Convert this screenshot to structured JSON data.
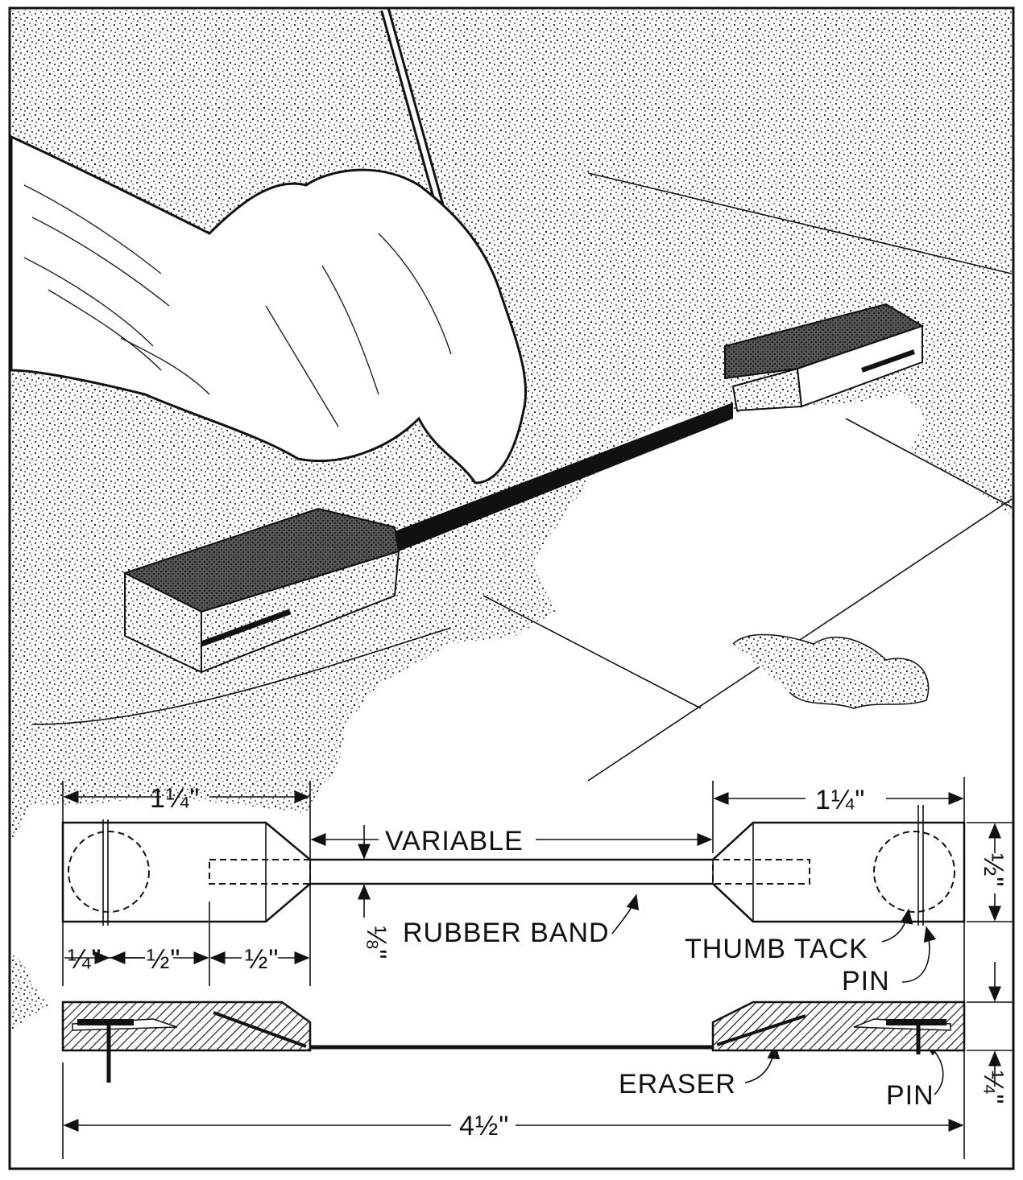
{
  "title": "Map measuring tool with rubber band",
  "colors": {
    "ink": "#111111",
    "paper": "#ffffff"
  },
  "plan_view": {
    "left_block_length": "1¼\"",
    "right_block_length": "1¼\"",
    "band_length": "VARIABLE",
    "band_width": "⅛\"",
    "block_width": "½\"",
    "band_label": "RUBBER BAND",
    "tack_label": "THUMB TACK",
    "pin_label": "PIN",
    "offsets": [
      "¼\"",
      "½\"",
      "½\""
    ]
  },
  "section_view": {
    "eraser_label": "ERASER",
    "pin_label": "PIN",
    "thickness": "¼\"",
    "overall_length": "4½\""
  }
}
